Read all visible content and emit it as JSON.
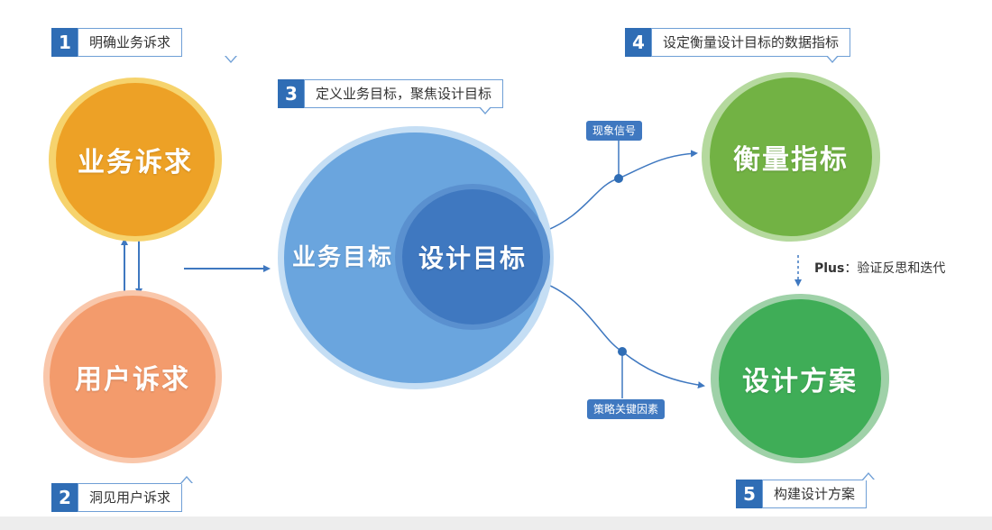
{
  "steps": [
    {
      "num": "1",
      "text": "明确业务诉求"
    },
    {
      "num": "2",
      "text": "洞见用户诉求"
    },
    {
      "num": "3",
      "text": "定义业务目标，聚焦设计目标"
    },
    {
      "num": "4",
      "text": "设定衡量设计目标的数据指标"
    },
    {
      "num": "5",
      "text": "构建设计方案"
    }
  ],
  "circles": {
    "business": "业务诉求",
    "user": "用户诉求",
    "business_goal": "业务目标",
    "design_goal": "设计目标",
    "metrics": "衡量指标",
    "solution": "设计方案"
  },
  "tags": {
    "signal": "现象信号",
    "strategy": "策略关键因素"
  },
  "plus": {
    "bold": "Plus",
    "text": "：验证反思和迭代"
  },
  "colors": {
    "step_blue": "#2f6db5",
    "business_orange": "#eda126",
    "user_salmon": "#f39b6c",
    "goal_light_blue": "#6aa5de",
    "goal_dark_blue": "#3f78c0",
    "metrics_green": "#72b244",
    "solution_green": "#3fad57"
  }
}
